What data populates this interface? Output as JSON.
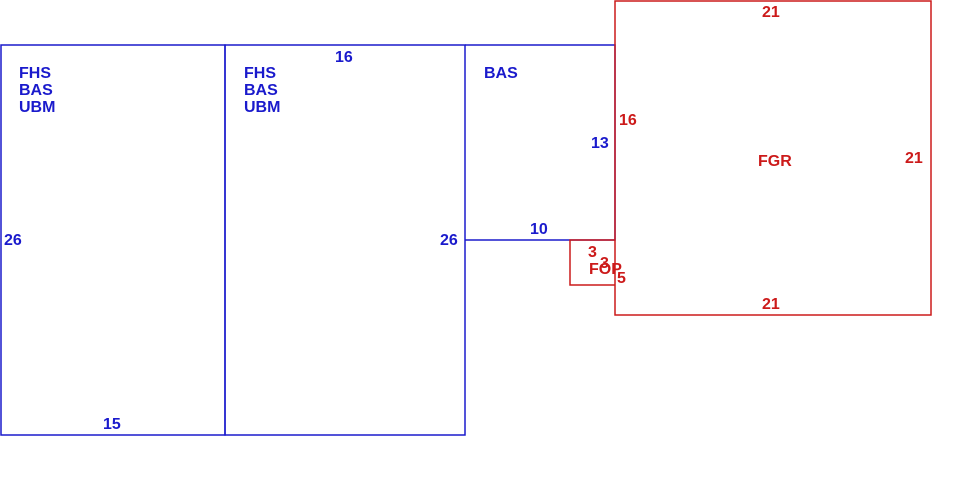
{
  "colors": {
    "blue": "#1a1acc",
    "red": "#cc1a1a",
    "background": "#ffffff"
  },
  "blue_rooms": {
    "left_room": {
      "labels": [
        "FHS",
        "BAS",
        "UBM"
      ],
      "side_dimension": "26",
      "bottom_dimension": "15"
    },
    "middle_room": {
      "labels": [
        "FHS",
        "BAS",
        "UBM"
      ],
      "top_dimension": "16",
      "side_dimension": "26"
    },
    "right_room": {
      "label": "BAS",
      "side_dimension": "13",
      "bottom_dimension": "10"
    }
  },
  "red_rooms": {
    "large_square": {
      "label": "FGR",
      "top_dimension": "21",
      "bottom_dimension": "21",
      "left_dimension": "16",
      "right_dimension": "21"
    },
    "small_room": {
      "label": "FOP",
      "dimension_a": "3",
      "dimension_b": "3",
      "dimension_c": "5"
    }
  }
}
